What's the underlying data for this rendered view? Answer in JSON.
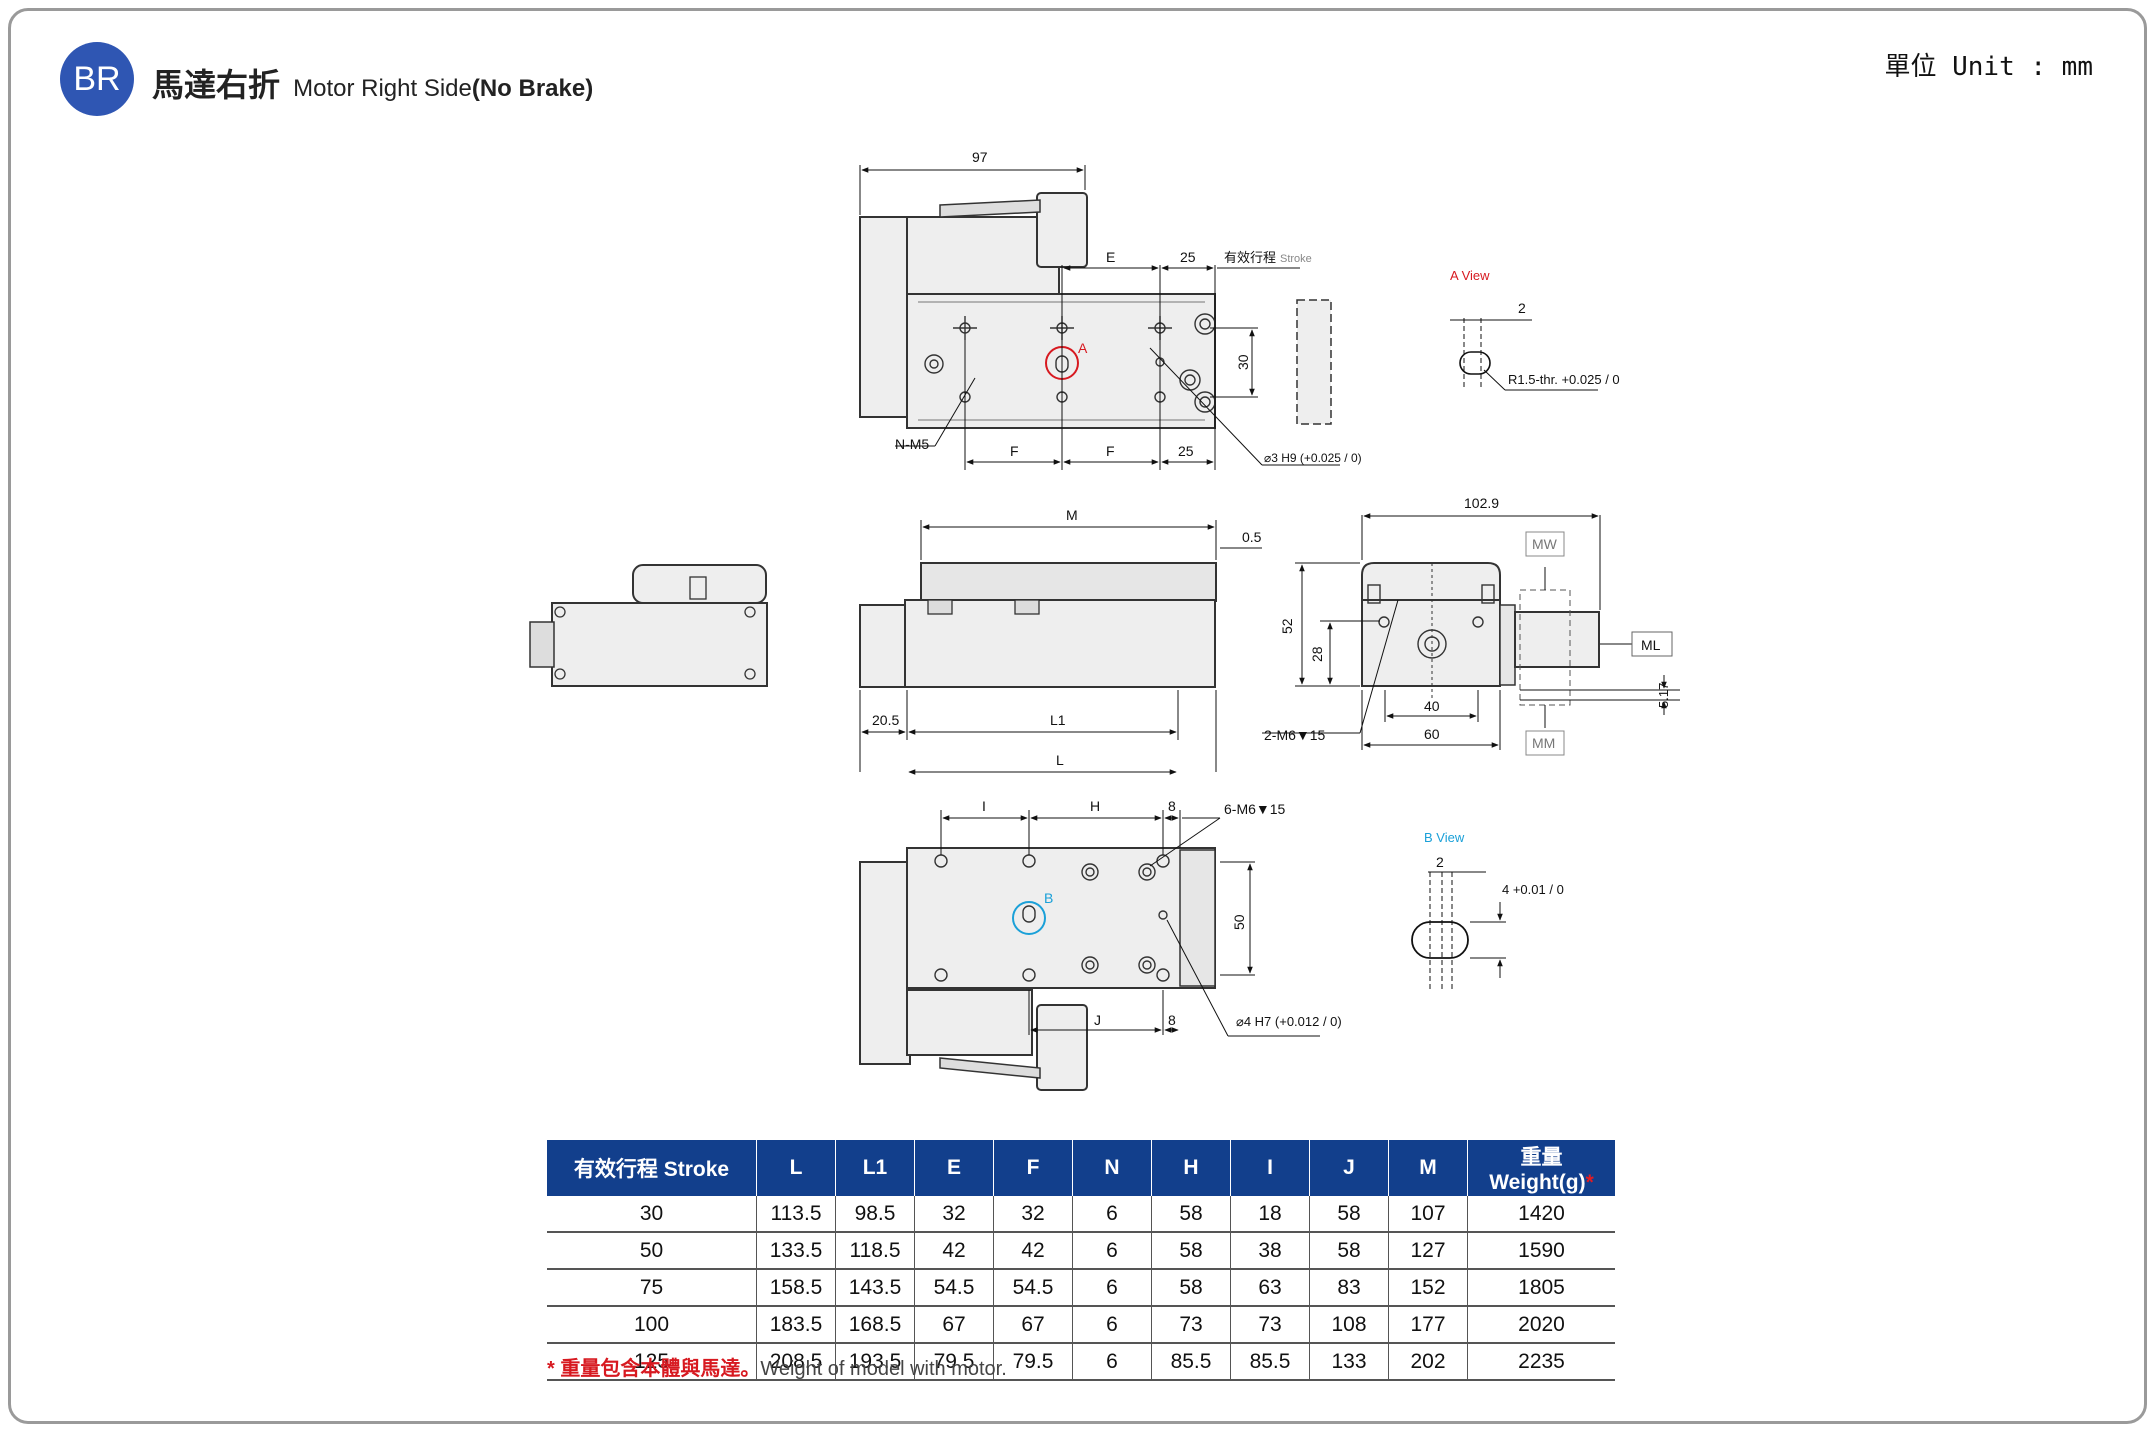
{
  "header": {
    "badge": "BR",
    "title_zh": "馬達右折",
    "title_en": "Motor Right Side",
    "title_en_bold": "(No Brake)",
    "unit": "單位 Unit : mm"
  },
  "drawing": {
    "top_view": {
      "dim_97": "97",
      "dim_E": "E",
      "dim_25_top": "25",
      "stroke_zh": "有效行程",
      "stroke_en": "Stroke",
      "dim_30": "30",
      "label_A": "A",
      "label_NM5": "N-M5",
      "dim_F1": "F",
      "dim_F2": "F",
      "dim_25_bottom": "25",
      "hole_note": "⌀3 H9 (+0.025 / 0)"
    },
    "a_view": {
      "title": "A View",
      "dim_2": "2",
      "slot_note": "R1.5-thr. +0.025 / 0"
    },
    "side_view": {
      "dim_M": "M",
      "dim_05": "0.5",
      "dim_205": "20.5",
      "dim_L1": "L1",
      "dim_L": "L"
    },
    "end_view": {
      "dim_1029": "102.9",
      "label_MW": "MW",
      "label_ML": "ML",
      "label_MM": "MM",
      "dim_52": "52",
      "dim_28": "28",
      "dim_40": "40",
      "dim_60": "60",
      "dim_517": "5.17",
      "tap_note": "2-M6▼15"
    },
    "bottom_view": {
      "dim_I": "I",
      "dim_H": "H",
      "dim_8_top": "8",
      "tap_note": "6-M6▼15",
      "label_B": "B",
      "dim_50": "50",
      "dim_J": "J",
      "dim_8_bottom": "8",
      "hole_note": "⌀4 H7 (+0.012 / 0)"
    },
    "b_view": {
      "title": "B View",
      "dim_2": "2",
      "dim_4": "4 +0.01 / 0"
    }
  },
  "table": {
    "headers": [
      "有效行程 Stroke",
      "L",
      "L1",
      "E",
      "F",
      "N",
      "H",
      "I",
      "J",
      "M",
      "重量 Weight(g)"
    ],
    "weight_star": "*",
    "rows": [
      [
        "30",
        "113.5",
        "98.5",
        "32",
        "32",
        "6",
        "58",
        "18",
        "58",
        "107",
        "1420"
      ],
      [
        "50",
        "133.5",
        "118.5",
        "42",
        "42",
        "6",
        "58",
        "38",
        "58",
        "127",
        "1590"
      ],
      [
        "75",
        "158.5",
        "143.5",
        "54.5",
        "54.5",
        "6",
        "58",
        "63",
        "83",
        "152",
        "1805"
      ],
      [
        "100",
        "183.5",
        "168.5",
        "67",
        "67",
        "6",
        "73",
        "73",
        "108",
        "177",
        "2020"
      ],
      [
        "125",
        "208.5",
        "193.5",
        "79.5",
        "79.5",
        "6",
        "85.5",
        "85.5",
        "133",
        "202",
        "2235"
      ]
    ]
  },
  "note": {
    "star": "*",
    "zh": "重量包含本體與馬達。",
    "en": "Weight of model with motor."
  },
  "colors": {
    "badge": "#2f56b3",
    "table_header": "#123f8c",
    "accent_red": "#e21b22",
    "a_view_red": "#d71920",
    "b_view_blue": "#1aa0d8"
  }
}
